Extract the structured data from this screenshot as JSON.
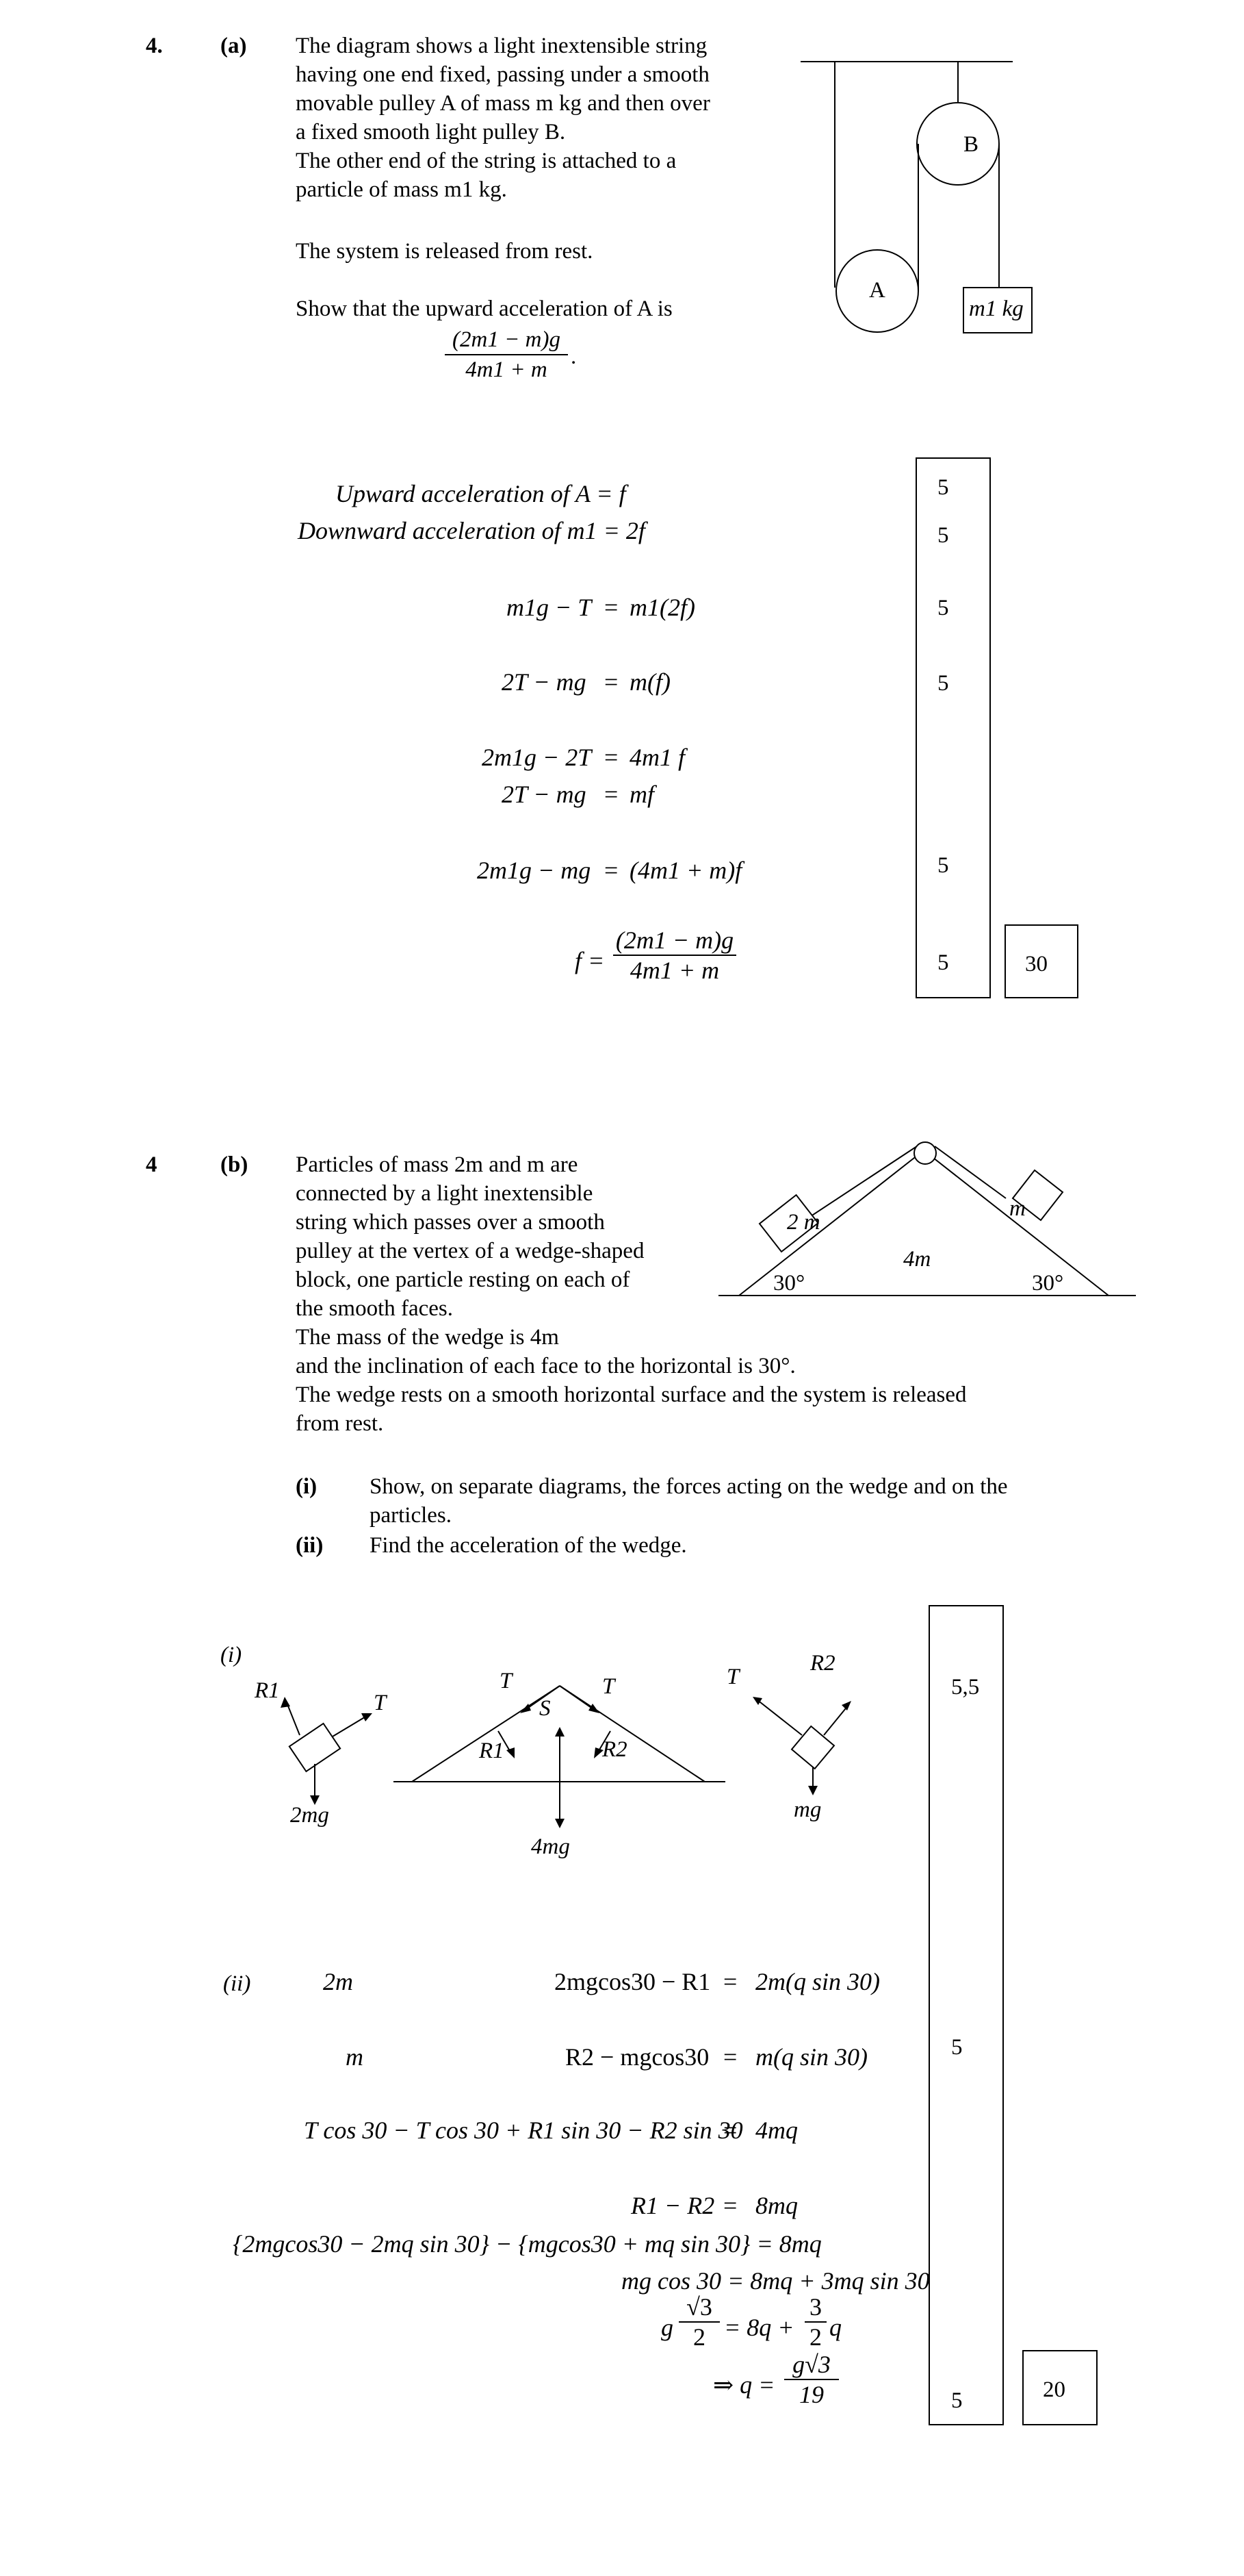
{
  "q4a": {
    "number": "4.",
    "part": "(a)",
    "lines": [
      "The diagram shows a light inextensible string",
      "having one end fixed, passing under a smooth",
      "movable pulley A of mass m kg and then over",
      "a fixed smooth light pulley B.",
      "The other end of the string is attached to a",
      "particle of mass  m1 kg."
    ],
    "released": "The system is released from rest.",
    "show": "Show that the upward acceleration of A is",
    "result_num": "(2m1 − m)g",
    "result_den": "4m1 + m",
    "diagram": {
      "pulley_a": "A",
      "pulley_b": "B",
      "particle": "m1 kg"
    },
    "solution": {
      "line1": "Upward acceleration of  A = f",
      "line2": "Downward acceleration of  m1 = 2f",
      "eq1_l": "m1g − T",
      "eq1_r": "m1(2f)",
      "eq2_l": "2T − mg",
      "eq2_r": "m(f)",
      "eq3_l": "2m1g − 2T",
      "eq3_r": "4m1 f",
      "eq4_l": "2T − mg",
      "eq4_r": "mf",
      "eq5_l": "2m1g − mg",
      "eq5_r": "(4m1 + m)f",
      "f_lhs": "f =",
      "f_num": "(2m1 − m)g",
      "f_den": "4m1 + m",
      "eq": "="
    },
    "marks": [
      "5",
      "5",
      "5",
      "5",
      "5",
      "5"
    ],
    "total": "30"
  },
  "q4b": {
    "number": "4",
    "part": "(b)",
    "lines": [
      "Particles of mass 2m and m are",
      "connected by a light inextensible",
      "string which passes over a smooth",
      "pulley at the vertex of a wedge-shaped",
      "block, one particle resting on each of",
      "the smooth faces.",
      "The mass of the wedge is 4m",
      "and the inclination of each face to the horizontal is 30°.",
      "The wedge rests on a smooth horizontal surface and the system is released",
      "from rest."
    ],
    "sub_i_label": "(i)",
    "sub_i_text_1": "Show, on separate diagrams, the forces acting on the wedge and on the",
    "sub_i_text_2": "particles.",
    "sub_ii_label": "(ii)",
    "sub_ii_text": "Find the acceleration of the wedge.",
    "diagram": {
      "left_mass": "2 m",
      "right_mass": "m",
      "wedge": "4m",
      "angle_left": "30°",
      "angle_right": "30°"
    },
    "sol_i_label": "(i)",
    "forces": {
      "p1_r": "R1",
      "p1_t": "T",
      "p1_w": "2mg",
      "w_t1": "T",
      "w_t2": "T",
      "w_s": "S",
      "w_r1": "R1",
      "w_r2": "R2",
      "w_w": "4mg",
      "p2_t": "T",
      "p2_r": "R2",
      "p2_w": "mg"
    },
    "sol_ii_label": "(ii)",
    "lbl_2m": "2m",
    "lbl_m": "m",
    "e1_l": "2mgcos30 − R1",
    "e1_r": "2m(q sin 30)",
    "e2_l": "R2 − mgcos30",
    "e2_r": "m(q sin 30)",
    "e3_l": "T cos 30 − T cos 30 + R1 sin 30 − R2 sin 30",
    "e3_r": "4mq",
    "e4_l": "R1 − R2",
    "e4_r": "8mq",
    "e5": "{2mgcos30 − 2mq sin 30} − {mgcos30 + mq sin 30} = 8mq",
    "e6": "mg cos 30 = 8mq + 3mq sin 30",
    "e7_l": "g",
    "e7_num": "√3",
    "e7_den": "2",
    "e7_mid": "= 8q +",
    "e7_num2": "3",
    "e7_den2": "2",
    "e7_q": "q",
    "e8_pre": "⇒ q =",
    "e8_num": "g√3",
    "e8_den": "19",
    "eq": "=",
    "marks": [
      "5,5",
      "5",
      "5"
    ],
    "total": "20"
  }
}
